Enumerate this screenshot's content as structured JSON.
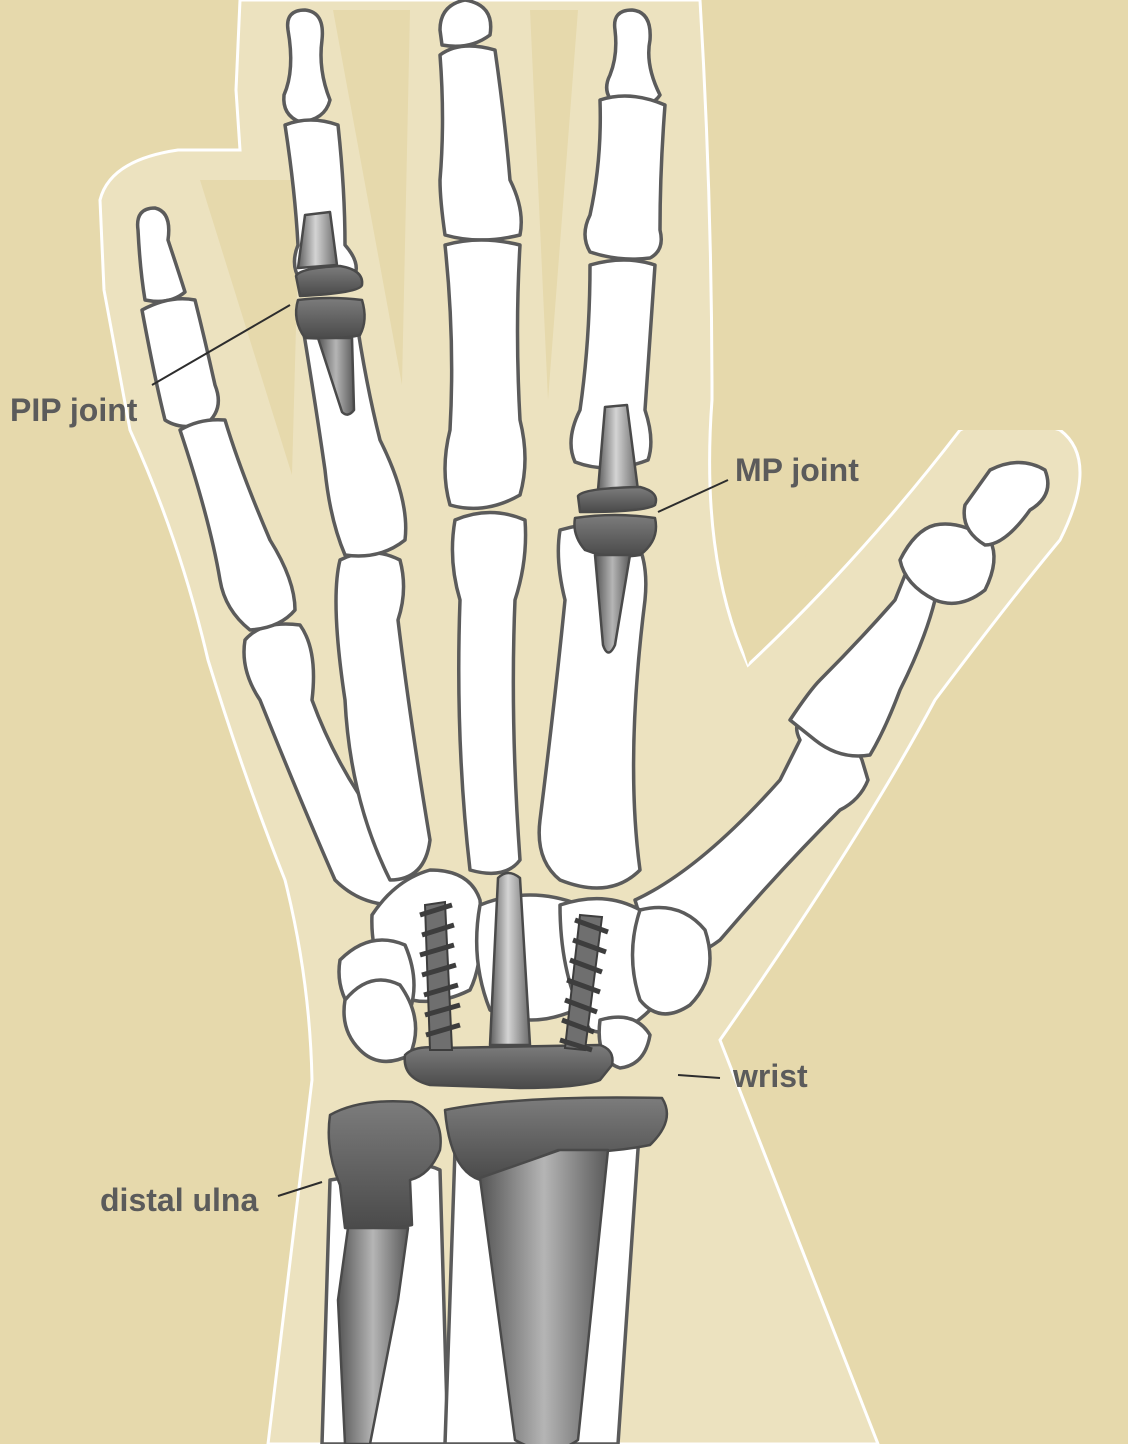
{
  "labels": {
    "pip": "PIP joint",
    "mp": "MP joint",
    "wrist": "wrist",
    "ulna": "distal ulna"
  },
  "colors": {
    "background": "#e6d9ac",
    "skin": "#ece2bf",
    "bone": "#ffffff",
    "outline": "#5b5b5b",
    "implant": "#8a8a8a"
  }
}
